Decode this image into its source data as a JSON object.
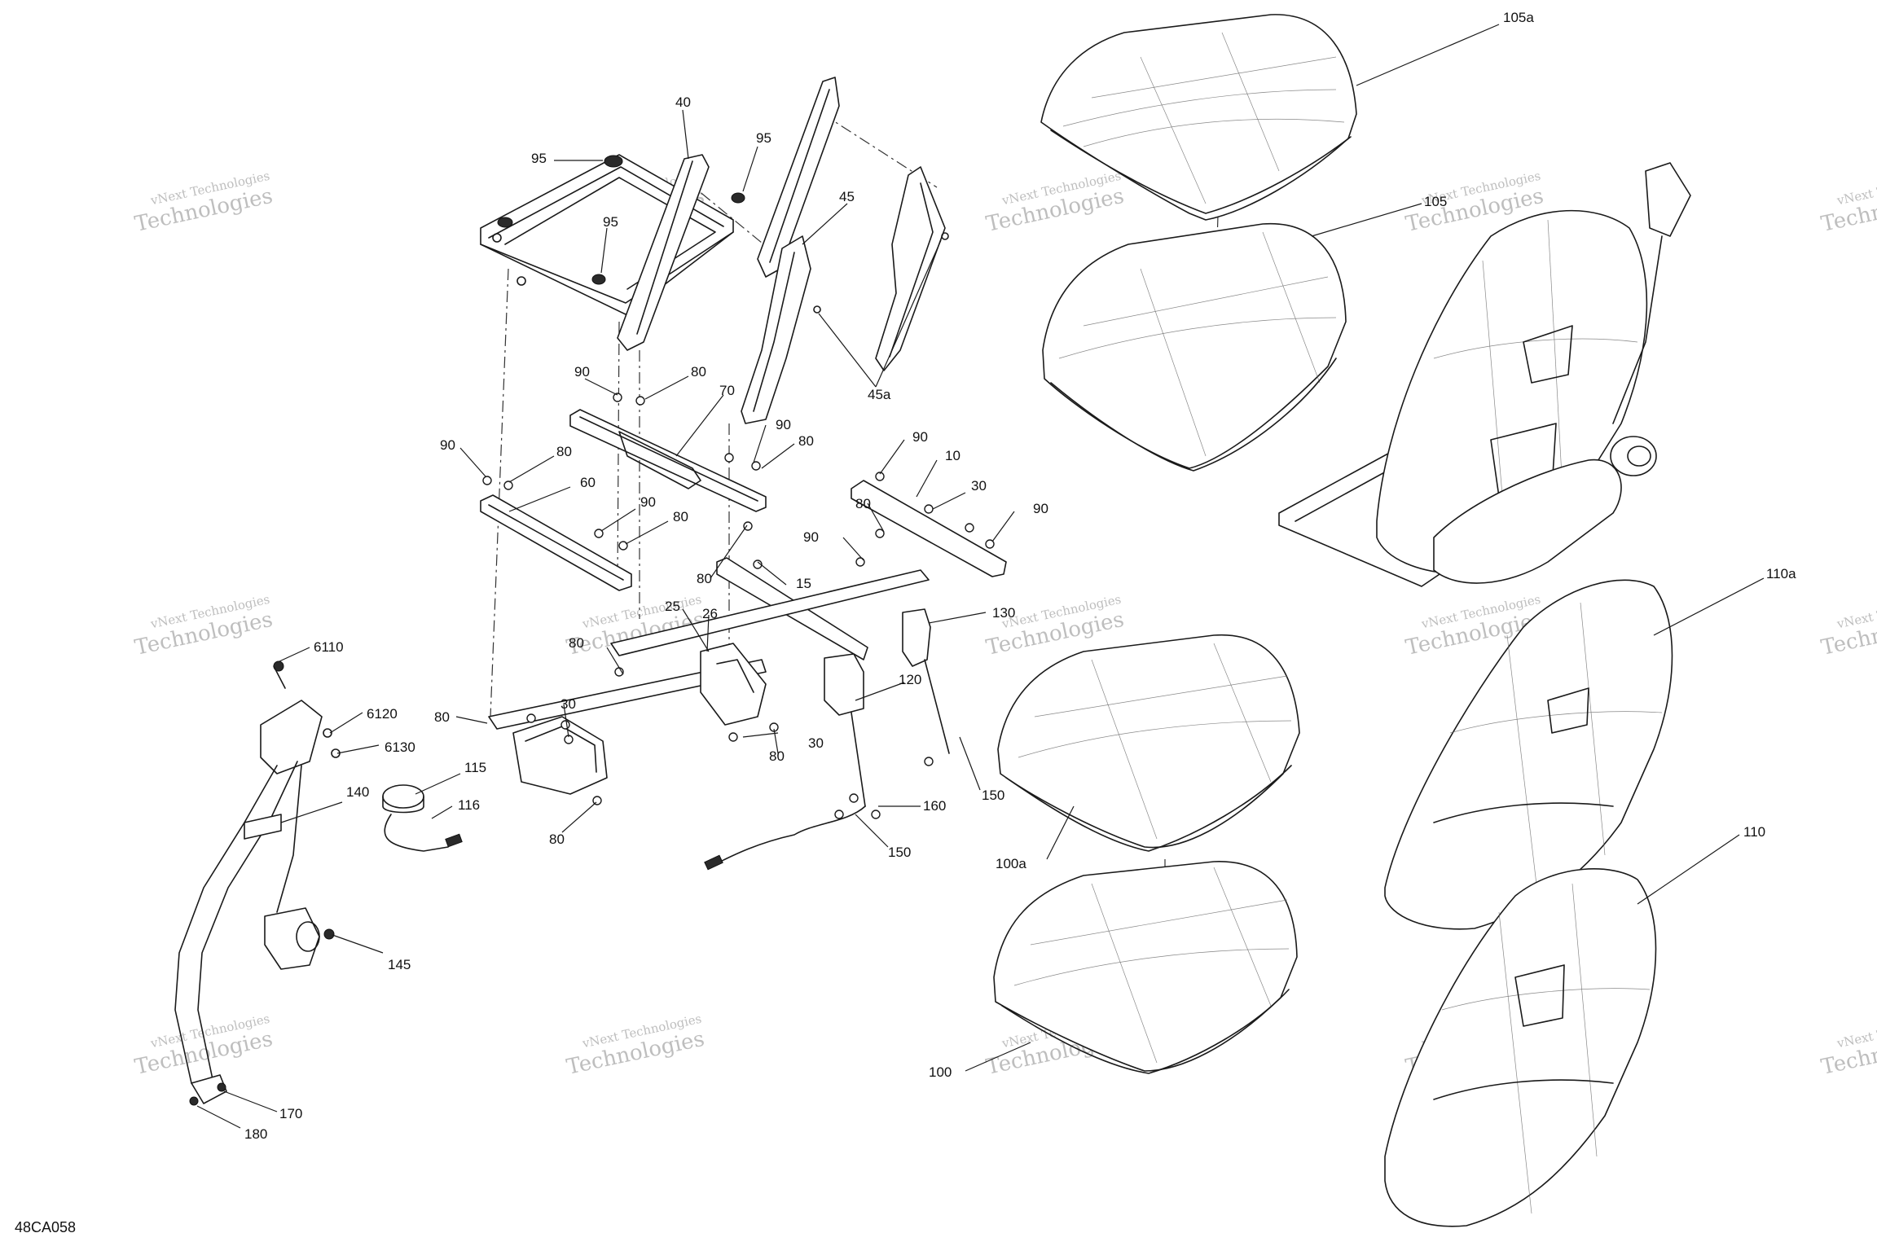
{
  "diagram": {
    "code": "48CA058",
    "watermark": {
      "line1": "vNext Technologies",
      "line2": "Technologies"
    },
    "callouts": [
      {
        "id": "c105a",
        "text": "105a"
      },
      {
        "id": "c105",
        "text": "105"
      },
      {
        "id": "c40",
        "text": "40"
      },
      {
        "id": "c95a",
        "text": "95"
      },
      {
        "id": "c95b",
        "text": "95"
      },
      {
        "id": "c95c",
        "text": "95"
      },
      {
        "id": "c45",
        "text": "45"
      },
      {
        "id": "c45a",
        "text": "45a"
      },
      {
        "id": "c90a",
        "text": "90"
      },
      {
        "id": "c80a",
        "text": "80"
      },
      {
        "id": "c70",
        "text": "70"
      },
      {
        "id": "c90b",
        "text": "90"
      },
      {
        "id": "c80b",
        "text": "80"
      },
      {
        "id": "c90c",
        "text": "90"
      },
      {
        "id": "c80c",
        "text": "80"
      },
      {
        "id": "c60",
        "text": "60"
      },
      {
        "id": "c90d",
        "text": "90"
      },
      {
        "id": "c80d",
        "text": "80"
      },
      {
        "id": "c90e",
        "text": "90"
      },
      {
        "id": "c10",
        "text": "10"
      },
      {
        "id": "c30a",
        "text": "30"
      },
      {
        "id": "c90f",
        "text": "90"
      },
      {
        "id": "c80e",
        "text": "80"
      },
      {
        "id": "c90g",
        "text": "90"
      },
      {
        "id": "c80f",
        "text": "80"
      },
      {
        "id": "c15",
        "text": "15"
      },
      {
        "id": "c25",
        "text": "25"
      },
      {
        "id": "c26",
        "text": "26"
      },
      {
        "id": "c130",
        "text": "130"
      },
      {
        "id": "c80g",
        "text": "80"
      },
      {
        "id": "c120",
        "text": "120"
      },
      {
        "id": "c6110",
        "text": "6110"
      },
      {
        "id": "c6120",
        "text": "6120"
      },
      {
        "id": "c6130",
        "text": "6130"
      },
      {
        "id": "c80h",
        "text": "80"
      },
      {
        "id": "c30b",
        "text": "30"
      },
      {
        "id": "c80i",
        "text": "80"
      },
      {
        "id": "c30c",
        "text": "30"
      },
      {
        "id": "c115",
        "text": "115"
      },
      {
        "id": "c116",
        "text": "116"
      },
      {
        "id": "c140",
        "text": "140"
      },
      {
        "id": "c80j",
        "text": "80"
      },
      {
        "id": "c160",
        "text": "160"
      },
      {
        "id": "c150a",
        "text": "150"
      },
      {
        "id": "c150b",
        "text": "150"
      },
      {
        "id": "c145",
        "text": "145"
      },
      {
        "id": "c170",
        "text": "170"
      },
      {
        "id": "c180",
        "text": "180"
      },
      {
        "id": "c100a",
        "text": "100a"
      },
      {
        "id": "c100",
        "text": "100"
      },
      {
        "id": "c110a",
        "text": "110a"
      },
      {
        "id": "c110",
        "text": "110"
      }
    ]
  }
}
